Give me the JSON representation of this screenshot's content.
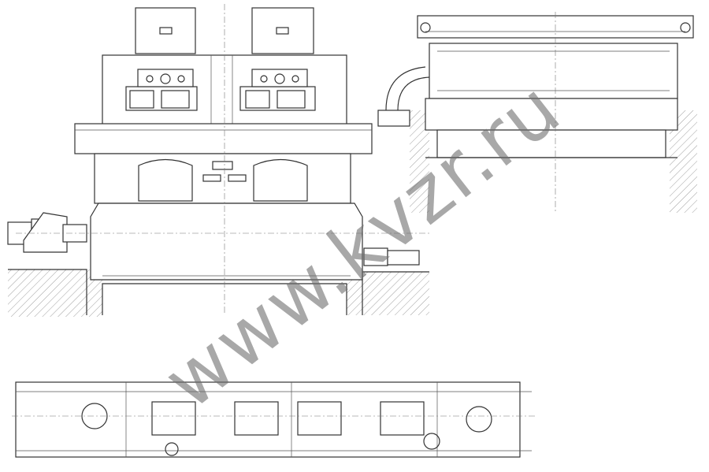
{
  "drawing": {
    "views": [
      "front-section-view",
      "side-section-view",
      "plan-view"
    ]
  },
  "watermark": {
    "text": "www.kvzr.ru",
    "color": "#6e6e6e"
  }
}
